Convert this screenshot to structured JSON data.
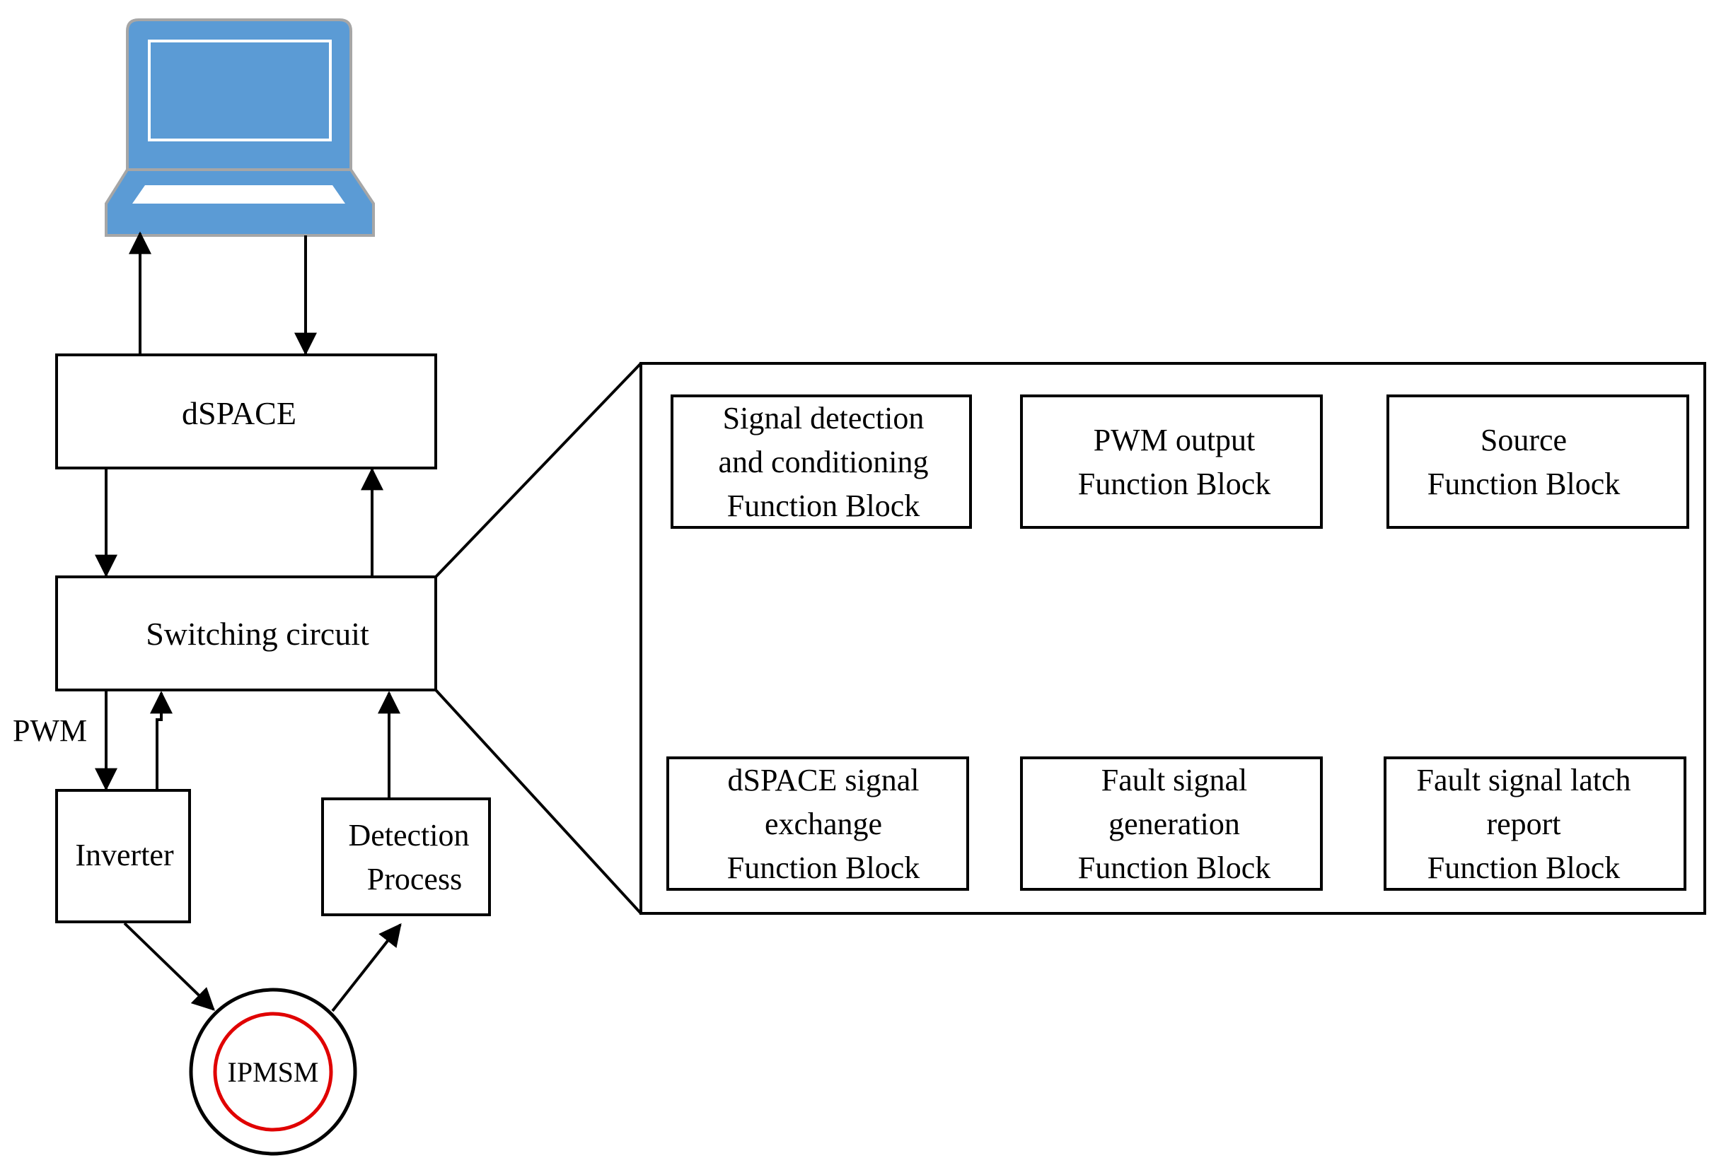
{
  "colors": {
    "laptop_fill": "#5b9bd5",
    "laptop_outline": "#a6a6a6",
    "motor_ring": "#e00000"
  },
  "icons": {
    "computer": "laptop-icon",
    "motor": "motor-icon"
  },
  "blocks": {
    "dspace": "dSPACE",
    "switching": "Switching circuit",
    "inverter": "Inverter",
    "detection": [
      "Detection",
      "Process"
    ],
    "motor": "IPMSM"
  },
  "labels": {
    "pwm": "PWM"
  },
  "function_blocks": [
    {
      "lines": [
        "Signal detection",
        "and conditioning",
        "Function Block"
      ]
    },
    {
      "lines": [
        "PWM output",
        "Function Block"
      ]
    },
    {
      "lines": [
        "Source",
        "Function Block"
      ]
    },
    {
      "lines": [
        "dSPACE signal",
        "exchange",
        "Function Block"
      ]
    },
    {
      "lines": [
        "Fault signal",
        "generation",
        "Function Block"
      ]
    },
    {
      "lines": [
        "Fault signal latch",
        "report",
        "Function Block"
      ]
    }
  ]
}
